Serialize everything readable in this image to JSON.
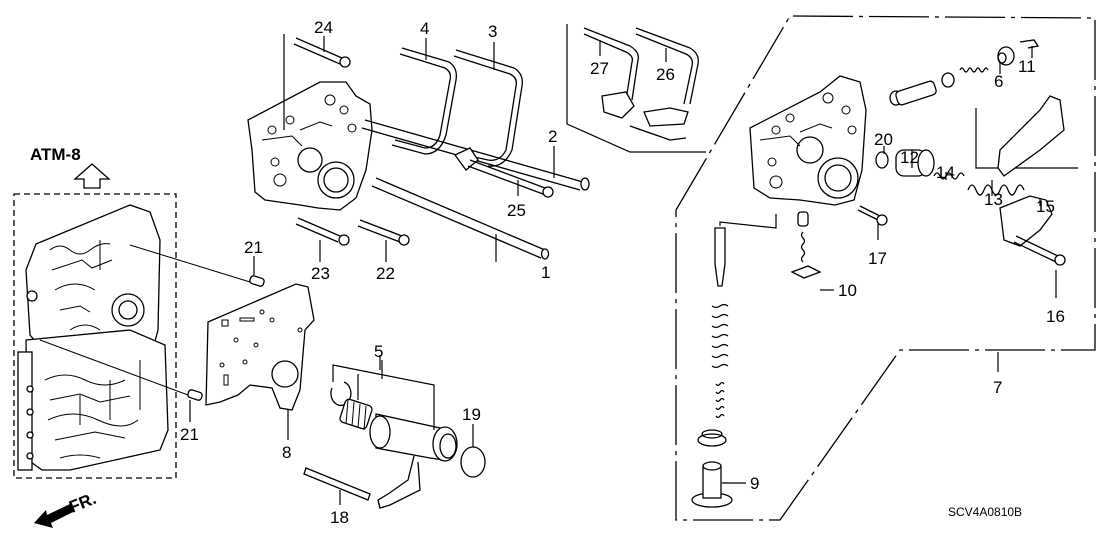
{
  "diagram": {
    "title": "Regulator Valve Body / Servo Body Exploded View",
    "reference_label": "ATM-8",
    "front_indicator": "FR.",
    "figure_code": "SCV4A0810B",
    "icons": {
      "reference_arrow": "up-arrow-outline-icon",
      "front_arrow": "left-down-arrow-filled-icon"
    }
  },
  "callouts": [
    {
      "id": "1",
      "label": "1"
    },
    {
      "id": "2",
      "label": "2"
    },
    {
      "id": "3",
      "label": "3"
    },
    {
      "id": "4",
      "label": "4"
    },
    {
      "id": "5",
      "label": "5"
    },
    {
      "id": "6",
      "label": "6"
    },
    {
      "id": "7",
      "label": "7"
    },
    {
      "id": "8",
      "label": "8"
    },
    {
      "id": "9",
      "label": "9"
    },
    {
      "id": "10",
      "label": "10"
    },
    {
      "id": "11",
      "label": "11"
    },
    {
      "id": "12",
      "label": "12"
    },
    {
      "id": "13",
      "label": "13"
    },
    {
      "id": "14",
      "label": "14"
    },
    {
      "id": "15",
      "label": "15"
    },
    {
      "id": "16",
      "label": "16"
    },
    {
      "id": "17",
      "label": "17"
    },
    {
      "id": "18",
      "label": "18"
    },
    {
      "id": "19",
      "label": "19"
    },
    {
      "id": "20",
      "label": "20"
    },
    {
      "id": "21a",
      "label": "21"
    },
    {
      "id": "21b",
      "label": "21"
    },
    {
      "id": "22",
      "label": "22"
    },
    {
      "id": "23",
      "label": "23"
    },
    {
      "id": "24",
      "label": "24"
    },
    {
      "id": "25",
      "label": "25"
    },
    {
      "id": "26",
      "label": "26"
    },
    {
      "id": "27",
      "label": "27"
    }
  ]
}
